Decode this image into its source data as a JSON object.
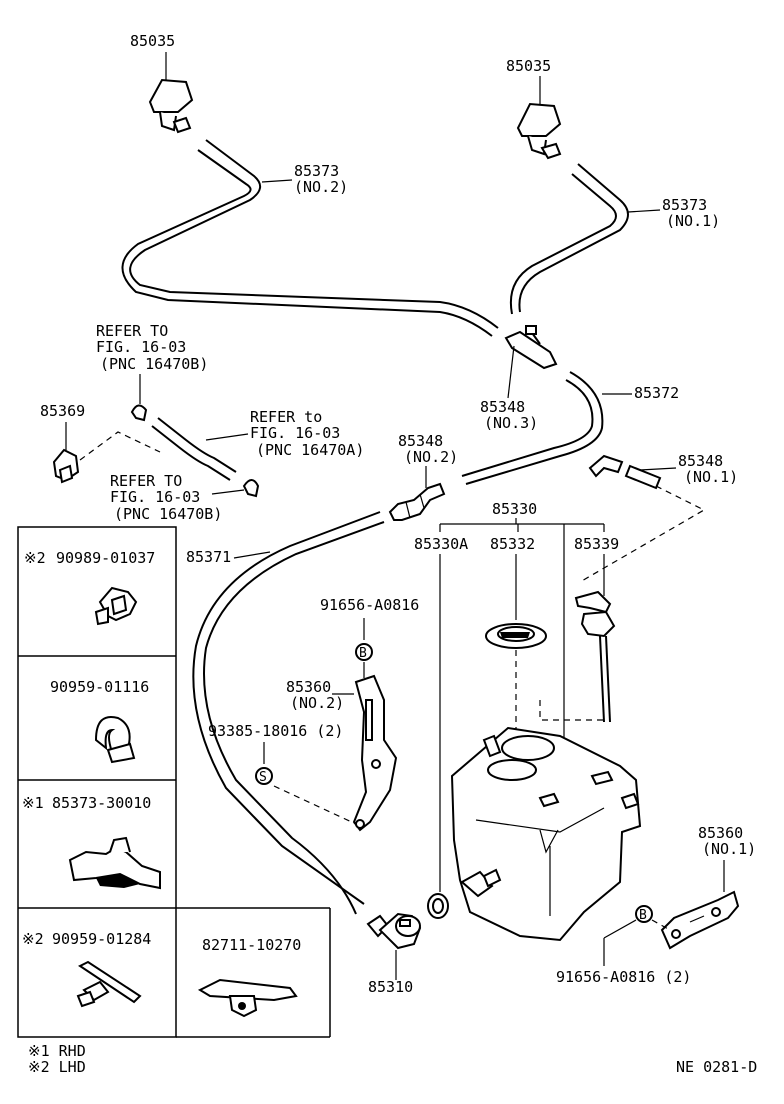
{
  "labels": {
    "nozzle_left": "85035",
    "nozzle_right": "85035",
    "hose_no2_num": "85373",
    "hose_no2_sub": "(NO.2)",
    "hose_no1_num": "85373",
    "hose_no1_sub": "(NO.1)",
    "hose_85372": "85372",
    "refer_top_1": "REFER TO",
    "refer_top_2": "FIG. 16-03",
    "refer_top_3": "(PNC 16470B)",
    "clamp_85369": "85369",
    "refer_mid_1": "REFER to",
    "refer_mid_2": "FIG. 16-03",
    "refer_mid_3": "(PNC 16470A)",
    "refer_low_1": "REFER TO",
    "refer_low_2": "FIG. 16-03",
    "refer_low_3": "(PNC 16470B)",
    "jt_no3_num": "85348",
    "jt_no3_sub": "(NO.3)",
    "jt_no2_num": "85348",
    "jt_no2_sub": "(NO.2)",
    "jt_no1_num": "85348",
    "jt_no1_sub": "(NO.1)",
    "tank_assy": "85330",
    "tank_85330a": "85330A",
    "tank_85332": "85332",
    "tank_85339": "85339",
    "hose_85371": "85371",
    "bolt_top": "91656-A0816",
    "bolt_top_mark": "B",
    "bracket_no2_num": "85360",
    "bracket_no2_sub": "(NO.2)",
    "screw_label": "93385-18016 (2)",
    "screw_mark": "S",
    "pump": "85310",
    "bracket_no1_num": "85360",
    "bracket_no1_sub": "(NO.1)",
    "bolt_bottom": "91656-A0816 (2)",
    "bolt_bottom_mark": "B",
    "legend_1": "※1  RHD",
    "legend_2": "※2  LHD",
    "drawing_code": "NE  0281-D"
  },
  "side_panels": [
    {
      "mark": "※2",
      "part": "90989-01037"
    },
    {
      "mark": "",
      "part": "90959-01116"
    },
    {
      "mark": "※1",
      "part": "85373-30010"
    },
    {
      "mark": "※2",
      "part": "90959-01284"
    },
    {
      "mark": "",
      "part": "82711-10270"
    }
  ]
}
